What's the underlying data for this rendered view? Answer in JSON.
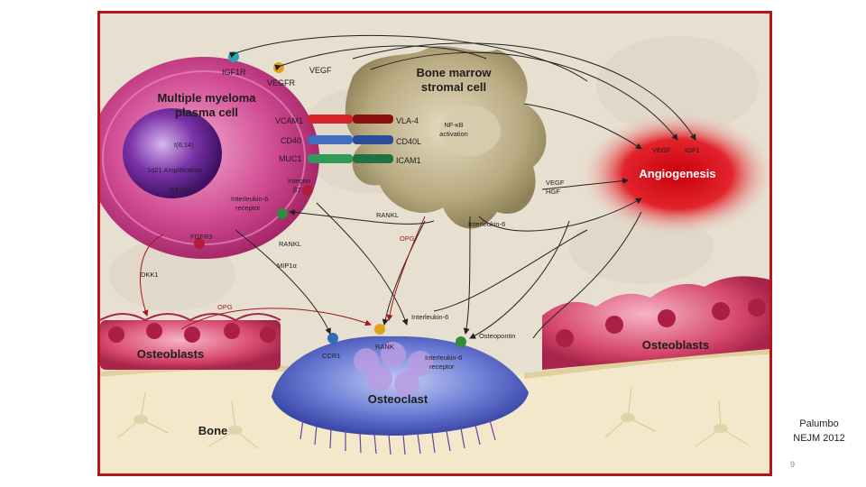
{
  "diagram": {
    "cells": {
      "myeloma": "Multiple myeloma\nplasma cell",
      "stromal": "Bone marrow\nstromal cell",
      "angiogenesis": "Angiogenesis",
      "osteoblasts_left": "Osteoblasts",
      "osteoblasts_right": "Osteoblasts",
      "osteoclast": "Osteoclast",
      "bone": "Bone"
    },
    "molecules": {
      "igf1r": "IGF1R",
      "vegfr": "VEGFR",
      "vegf_top": "VEGF",
      "vcam1": "VCAM1",
      "vla4": "VLA-4",
      "cd40": "CD40",
      "cd40l": "CD40L",
      "muc1": "MUC1",
      "icam1": "ICAM1",
      "nfkb": "NF-κB\nactivation",
      "t614": "t(6;14)",
      "q21": "1q21 Amplification",
      "t414": "t(4;14)",
      "integrin": "Integrin\nβ7",
      "il6_receptor_top": "Interleukin-6\nreceptor",
      "fgfr3": "FGFR3",
      "dkk1": "DKK1",
      "rankl_left": "RANKL",
      "rankl_right": "RANKL",
      "mip1a": "MIP1α",
      "opg_center": "OPG",
      "opg_left": "OPG",
      "il6_right": "Interleukin-6",
      "il6_bottom": "Interleukin-6",
      "vegf_right": "VEGF",
      "igf1": "IGF1",
      "vegf_hgf": "VEGF\nHGF",
      "rank": "RANK",
      "osteopontin": "Osteopontin",
      "ccr1": "CCR1",
      "il6_receptor_bottom": "Interleukin-6\nreceptor"
    }
  },
  "citation": {
    "line1": "Palumbo",
    "line2": "NEJM 2012"
  },
  "page_number": "9",
  "colors": {
    "frame": "#b3161c",
    "myeloma": "#c93c86",
    "stromal": "#b9ab84",
    "angiogenesis": "#d8141c",
    "osteoblast": "#d44a6e",
    "osteoclast": "#5868cc",
    "bone": "#f2e6c6"
  }
}
